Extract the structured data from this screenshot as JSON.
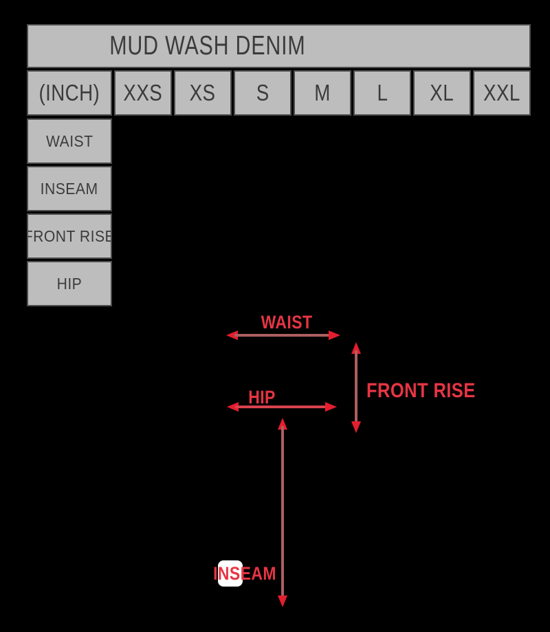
{
  "title": "MUD WASH DENIM",
  "table": {
    "unit_label": "(INCH)",
    "size_columns": [
      "XXS",
      "XS",
      "S",
      "M",
      "L",
      "XL",
      "XXL"
    ],
    "measurement_rows": [
      "WAIST",
      "INSEAM",
      "FRONT RISE",
      "HIP"
    ]
  },
  "diagram": {
    "waist_label": "WAIST",
    "hip_label": "HIP",
    "front_rise_label": "FRONT RISE",
    "inseam_label": "INSEAM"
  },
  "colors": {
    "background": "#000000",
    "cell_background": "#bdbdbd",
    "cell_border": "#4d4d4d",
    "cell_text": "#3b3b3b",
    "label_red": "#e63544",
    "arrow_head_red": "#e41e2f",
    "arrow_line_muted": "#ab5f5f",
    "hip_arrow_line": "#d8424c",
    "inseam_highlight": "#ffffff"
  }
}
